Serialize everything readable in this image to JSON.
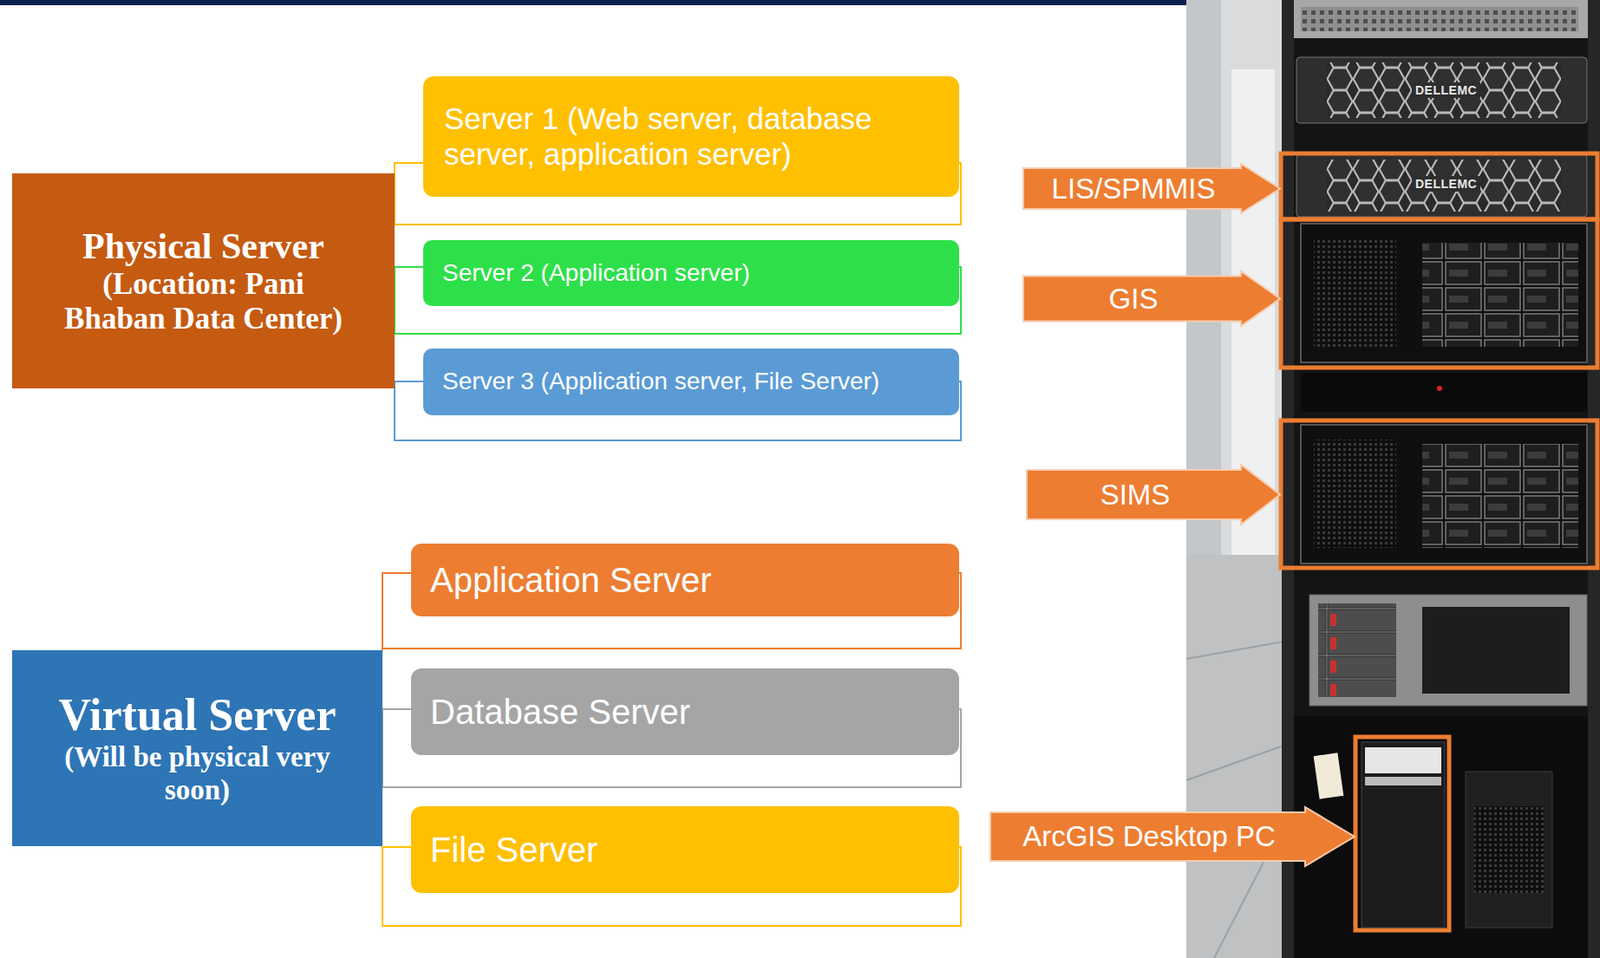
{
  "diagram": {
    "nodes": [
      {
        "text": [
          "Physical Server",
          "(Location: Pani Bhaban Data Center)"
        ]
      },
      {
        "text": [
          "Server 1 (Web server, database server, application server)"
        ]
      },
      {
        "text": [
          "Server 2 (Application server)"
        ]
      },
      {
        "text": [
          "Server 3 (Application server, File Server)"
        ]
      },
      {
        "text": [
          "Virtual Server",
          "(Will be physical very soon)"
        ]
      },
      {
        "text": [
          "Application Server"
        ]
      },
      {
        "text": [
          "Database Server"
        ]
      },
      {
        "text": [
          "File Server"
        ]
      },
      {
        "text": [
          "LIS/SPMMIS"
        ]
      },
      {
        "text": [
          "GIS"
        ]
      },
      {
        "text": [
          "SIMS"
        ]
      },
      {
        "text": [
          "ArcGIS Desktop PC"
        ]
      }
    ],
    "edges": [
      {
        "from": 0,
        "to": 1,
        "arrow": "none"
      },
      {
        "from": 0,
        "to": 2,
        "arrow": "none"
      },
      {
        "from": 0,
        "to": 3,
        "arrow": "none"
      },
      {
        "from": 4,
        "to": 5,
        "arrow": "none"
      },
      {
        "from": 4,
        "to": 6,
        "arrow": "none"
      },
      {
        "from": 4,
        "to": 7,
        "arrow": "none"
      }
    ],
    "labels": [
      "DELLEMC",
      "DELLEMC"
    ]
  }
}
